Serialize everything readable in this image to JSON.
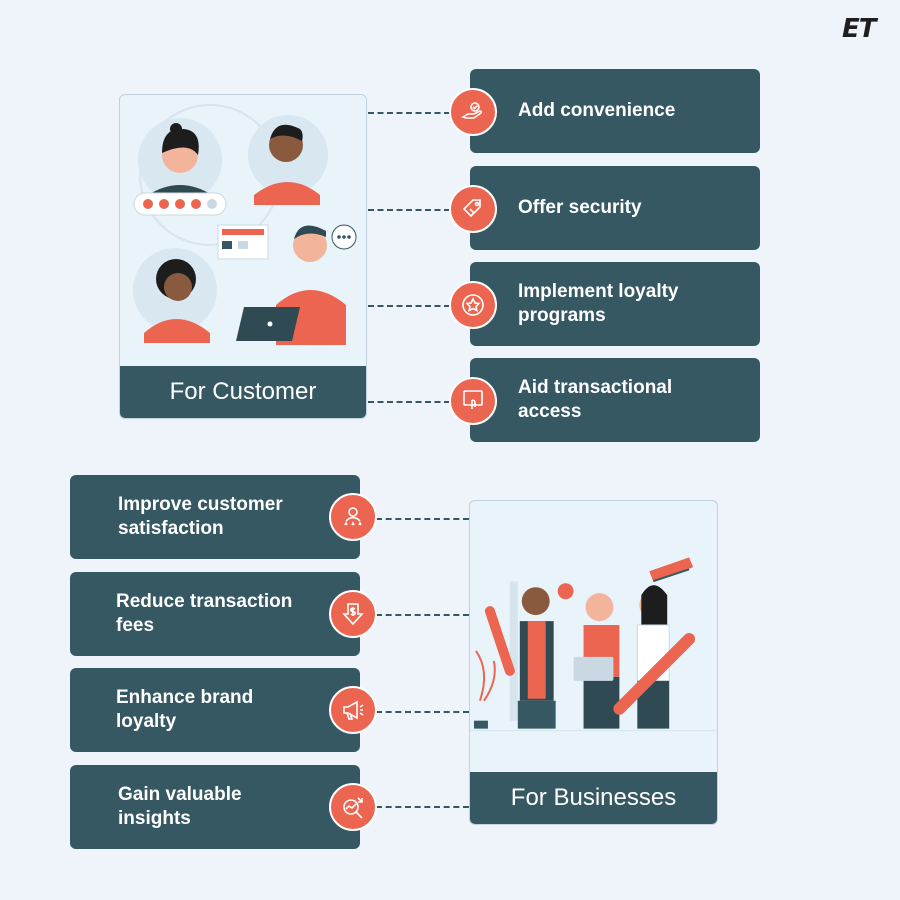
{
  "logo": "ET",
  "customer": {
    "card_title": "For Customer",
    "items": [
      {
        "label": "Add convenience",
        "icon": "hand-check-icon"
      },
      {
        "label": "Offer security",
        "icon": "security-tag-icon"
      },
      {
        "label": "Implement loyalty programs",
        "icon": "loyalty-star-icon"
      },
      {
        "label": "Aid transactional access",
        "icon": "touch-screen-icon"
      }
    ]
  },
  "business": {
    "card_title": "For Businesses",
    "items": [
      {
        "label": "Improve customer satisfaction",
        "icon": "user-rating-icon"
      },
      {
        "label": "Reduce transaction fees",
        "icon": "dollar-down-icon"
      },
      {
        "label": "Enhance brand loyalty",
        "icon": "megaphone-icon"
      },
      {
        "label": "Gain valuable insights",
        "icon": "insight-target-icon"
      }
    ]
  },
  "colors": {
    "accent": "#eb6550",
    "panel": "#355862",
    "background": "#eef4f9",
    "card": "#e9f3fa"
  }
}
